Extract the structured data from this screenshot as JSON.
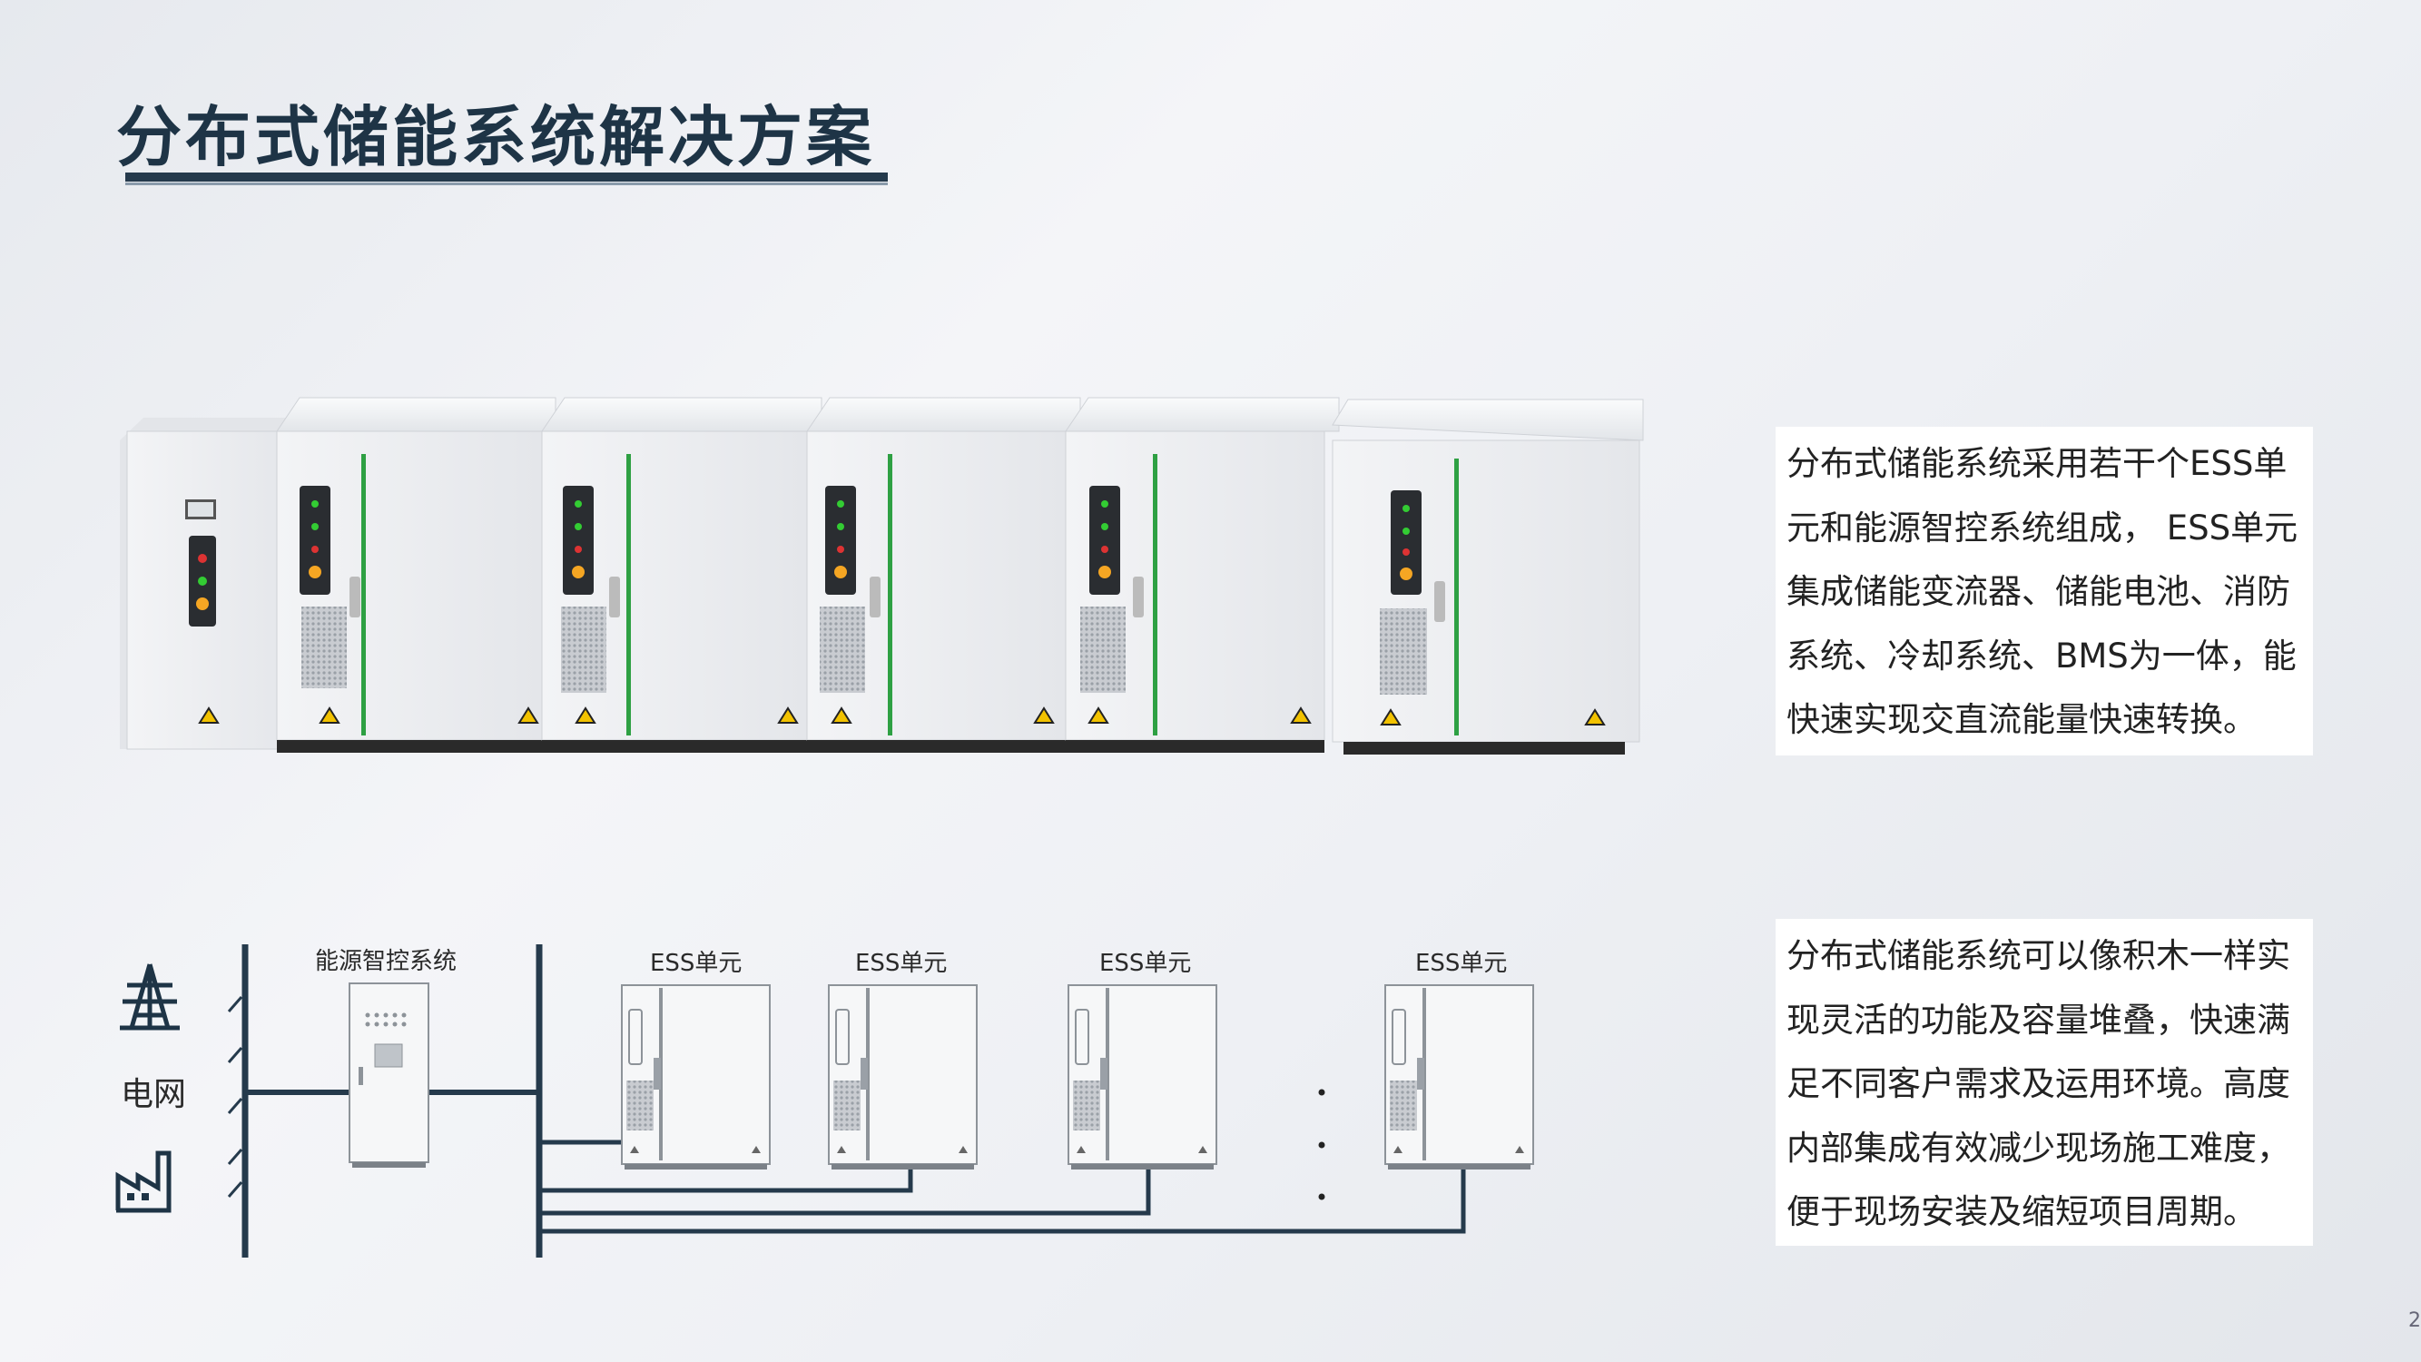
{
  "title": "分布式储能系统解决方案",
  "description_1": "分布式储能系统采用若干个ESS单元和能源智控系统组成， ESS单元集成储能变流器、储能电池、消防系统、冷却系统、BMS为一体，能快速实现交直流能量快速转换。",
  "description_2": "分布式储能系统可以像积木一样实现灵活的功能及容量堆叠，快速满足不同客户需求及运用环境。高度内部集成有效减少现场施工难度，便于现场安装及缩短项目周期。",
  "diagram": {
    "grid_label": "电网",
    "control_label": "能源智控系统",
    "unit_labels": [
      "ESS单元",
      "ESS单元",
      "ESS单元",
      "ESS单元"
    ],
    "icons": [
      "power-tower-icon",
      "factory-icon"
    ]
  },
  "page_number": "2",
  "colors": {
    "title": "#1e3446",
    "line": "#253a4c",
    "accent_green": "#2ea043"
  }
}
